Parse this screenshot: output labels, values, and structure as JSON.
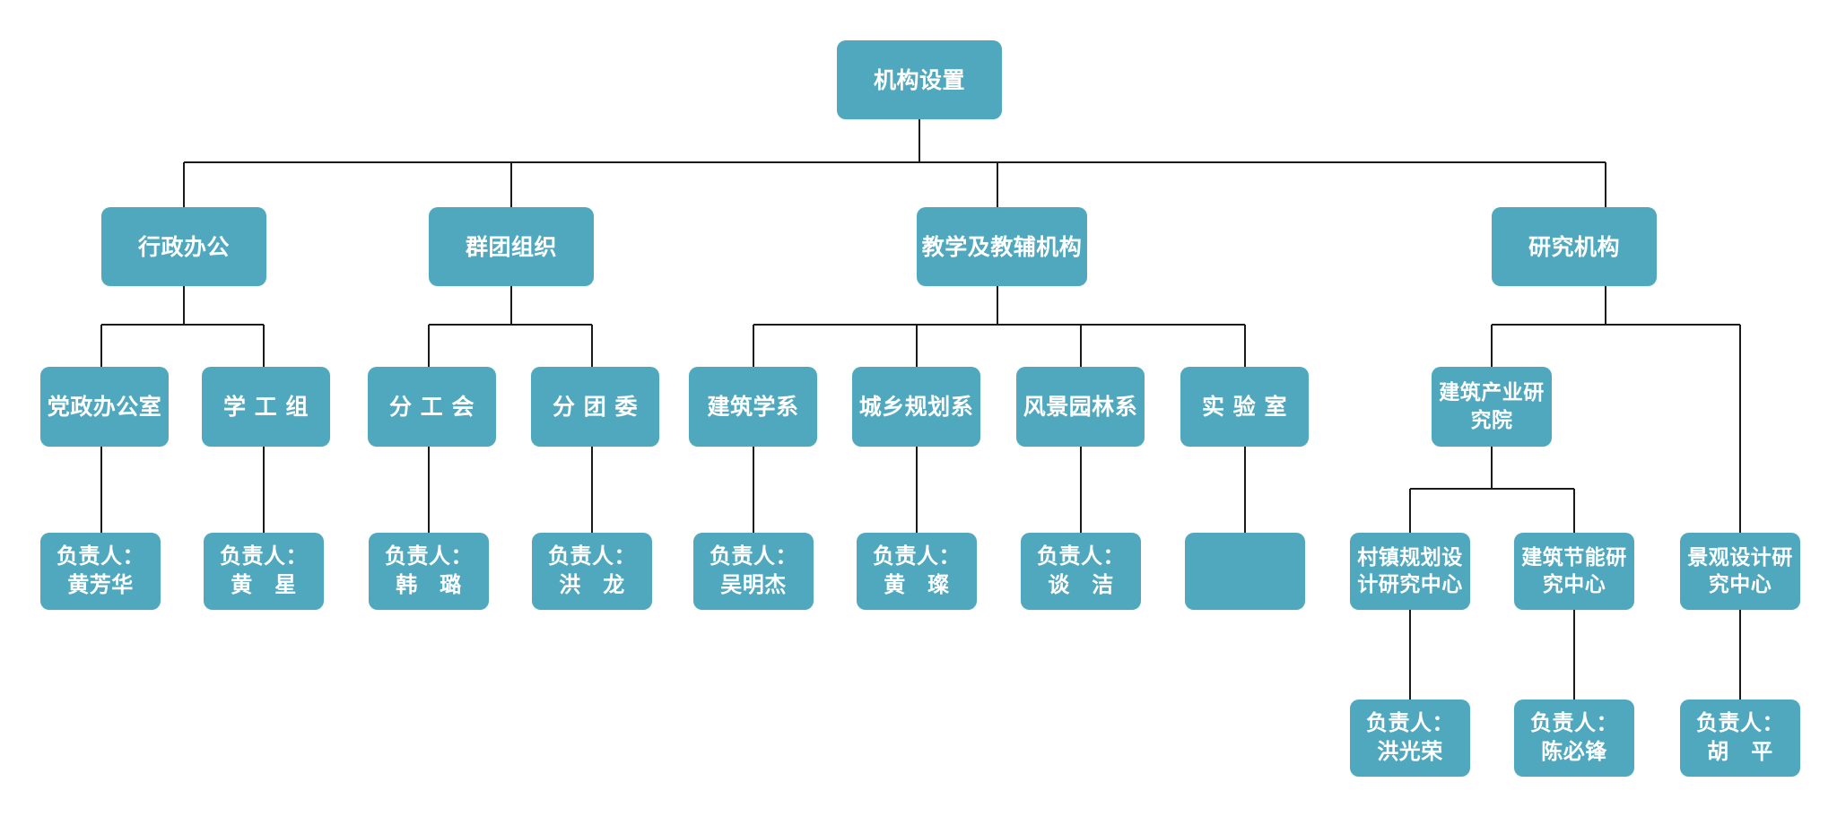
{
  "title": "机构设置",
  "colors": {
    "node_fill": "#4FA8BD",
    "node_text": "#FFFFFF",
    "connector": "#1A1A1A",
    "background": "#FFFFFF"
  },
  "chart_data": {
    "type": "diagram",
    "title": "机构设置",
    "orientation": "top-down",
    "levels": 5,
    "nodes": [
      {
        "id": "root",
        "label": "机构设置",
        "level": 0,
        "parent": null
      },
      {
        "id": "l2_admin",
        "label": "行政办公",
        "level": 1,
        "parent": "root"
      },
      {
        "id": "l2_group",
        "label": "群团组织",
        "level": 1,
        "parent": "root"
      },
      {
        "id": "l2_teach",
        "label": "教学及教辅机构",
        "level": 1,
        "parent": "root"
      },
      {
        "id": "l2_res",
        "label": "研究机构",
        "level": 1,
        "parent": "root"
      },
      {
        "id": "l3_dzb",
        "label": "党政办公室",
        "level": 2,
        "parent": "l2_admin"
      },
      {
        "id": "l3_xgz",
        "label": "学 工 组",
        "level": 2,
        "parent": "l2_admin"
      },
      {
        "id": "l3_fgh",
        "label": "分 工 会",
        "level": 2,
        "parent": "l2_group"
      },
      {
        "id": "l3_ftw",
        "label": "分 团 委",
        "level": 2,
        "parent": "l2_group"
      },
      {
        "id": "l3_jzx",
        "label": "建筑学系",
        "level": 2,
        "parent": "l2_teach"
      },
      {
        "id": "l3_cxgh",
        "label": "城乡规划系",
        "level": 2,
        "parent": "l2_teach"
      },
      {
        "id": "l3_fjyl",
        "label": "风景园林系",
        "level": 2,
        "parent": "l2_teach"
      },
      {
        "id": "l3_sys",
        "label": "实 验 室",
        "level": 2,
        "parent": "l2_teach"
      },
      {
        "id": "l3_jzcy",
        "label": "建筑产业研\n究院",
        "level": 2,
        "parent": "l2_res"
      },
      {
        "id": "l4_hfh",
        "label": "负责人：\n黄芳华",
        "level": 3,
        "parent": "l3_dzb"
      },
      {
        "id": "l4_hx",
        "label": "负责人：\n黄　星",
        "level": 3,
        "parent": "l3_xgz"
      },
      {
        "id": "l4_hl",
        "label": "负责人：\n韩　璐",
        "level": 3,
        "parent": "l3_fgh"
      },
      {
        "id": "l4_hlong",
        "label": "负责人：\n洪　龙",
        "level": 3,
        "parent": "l3_ftw"
      },
      {
        "id": "l4_wmj",
        "label": "负责人：\n吴明杰",
        "level": 3,
        "parent": "l3_jzx"
      },
      {
        "id": "l4_hc",
        "label": "负责人：\n黄　璨",
        "level": 3,
        "parent": "l3_cxgh"
      },
      {
        "id": "l4_tj",
        "label": "负责人：\n谈　洁",
        "level": 3,
        "parent": "l3_fjyl"
      },
      {
        "id": "l4_blank",
        "label": "",
        "level": 3,
        "parent": "l3_sys"
      },
      {
        "id": "l4_czgh",
        "label": "村镇规划设\n计研究中心",
        "level": 3,
        "parent": "l3_jzcy"
      },
      {
        "id": "l4_jzjn",
        "label": "建筑节能研\n究中心",
        "level": 3,
        "parent": "l3_jzcy"
      },
      {
        "id": "l4_jgsj",
        "label": "景观设计研\n究中心",
        "level": 3,
        "parent": "l2_res"
      },
      {
        "id": "l5_hgr",
        "label": "负责人：\n洪光荣",
        "level": 4,
        "parent": "l4_czgh"
      },
      {
        "id": "l5_cbf",
        "label": "负责人：\n陈必锋",
        "level": 4,
        "parent": "l4_jzjn"
      },
      {
        "id": "l5_hp",
        "label": "负责人：\n胡　平",
        "level": 4,
        "parent": "l4_jgsj"
      }
    ]
  }
}
